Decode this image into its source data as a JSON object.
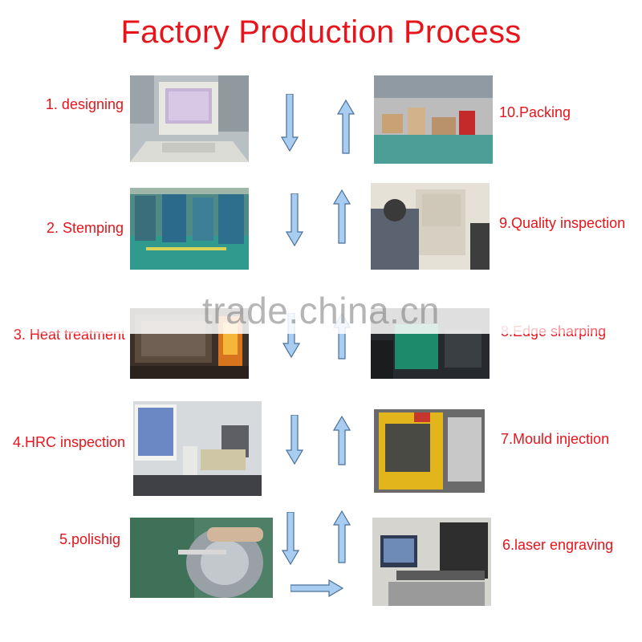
{
  "title": "Factory Production Process",
  "steps": [
    {
      "label": "1. designing"
    },
    {
      "label": "2. Stemping"
    },
    {
      "label": "3. Heat treatment"
    },
    {
      "label": "4.HRC inspection"
    },
    {
      "label": "5.polishig"
    },
    {
      "label": "6.laser engraving"
    },
    {
      "label": "7.Mould injection"
    },
    {
      "label": "8.Edge sharping"
    },
    {
      "label": "9.Quality inspection"
    },
    {
      "label": "10.Packing"
    }
  ],
  "watermark": "trade.china.cn",
  "colors": {
    "title": "#e8141b",
    "label": "#e8141b",
    "arrow_fill": "#a9cdf0",
    "arrow_stroke": "#4a6f9a"
  }
}
